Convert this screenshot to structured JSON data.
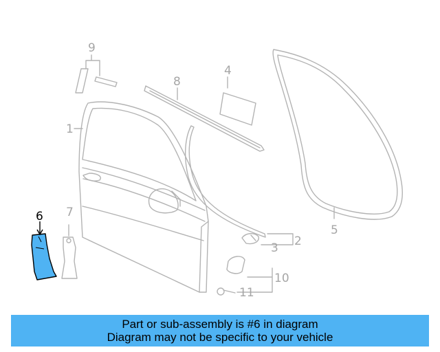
{
  "diagram": {
    "callouts": {
      "c1": "1",
      "c2": "2",
      "c3": "3",
      "c4": "4",
      "c5": "5",
      "c6": "6",
      "c7": "7",
      "c8": "8",
      "c9": "9",
      "c10": "10",
      "c11": "11"
    },
    "highlighted_part": "6",
    "colors": {
      "highlight": "#4fb3f3",
      "outline": "#b3b3b3",
      "callout": "#a6a6a6",
      "active_callout": "#000000"
    }
  },
  "banner": {
    "line1": "Part or sub-assembly is #6 in diagram",
    "line2": "Diagram may not be specific to your vehicle",
    "color": "#4fb3f3"
  }
}
